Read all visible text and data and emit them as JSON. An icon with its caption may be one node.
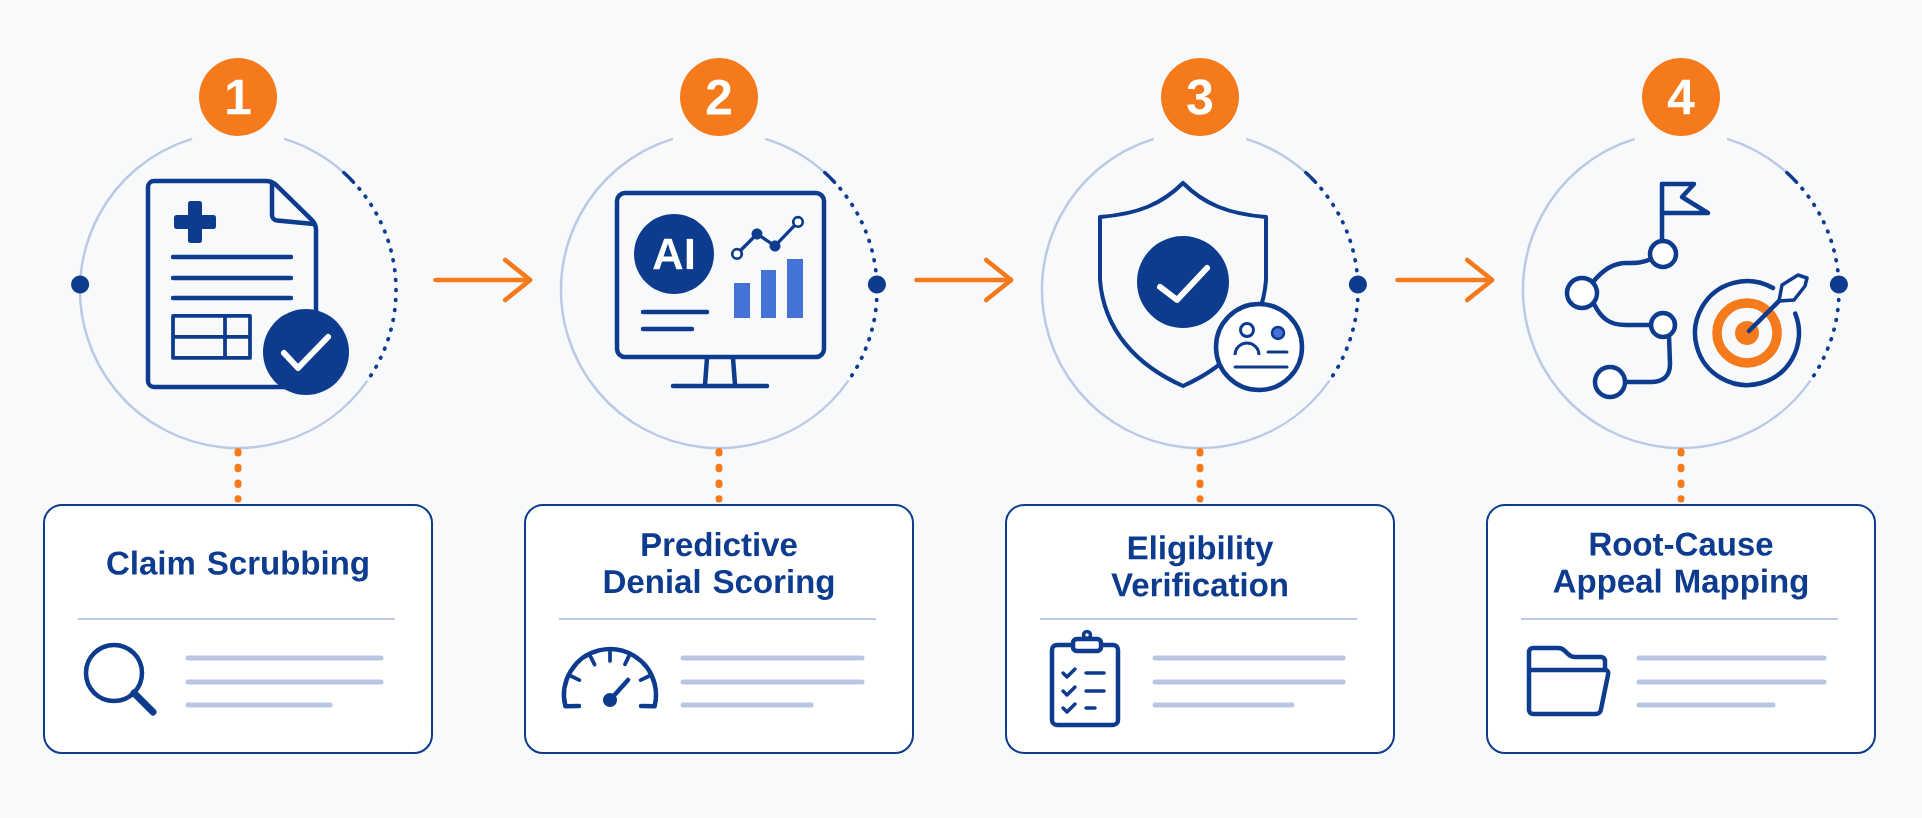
{
  "diagram": {
    "nodes": [
      {
        "text": [
          "1"
        ]
      },
      {
        "text": [
          "2"
        ]
      },
      {
        "text": [
          "3"
        ]
      },
      {
        "text": [
          "4"
        ]
      },
      {
        "text": [],
        "shape": "circle"
      },
      {
        "text": [],
        "shape": "circle"
      },
      {
        "text": [
          "AI"
        ],
        "in": 5
      },
      {
        "text": [],
        "shape": "circle"
      },
      {
        "text": [],
        "shape": "circle"
      },
      {
        "text": [
          "Claim Scrubbing"
        ]
      },
      {
        "text": [
          "Predictive Denial Scoring"
        ]
      },
      {
        "text": [
          "Eligibility Verification"
        ]
      },
      {
        "text": [
          "Root-Cause Appeal Mapping"
        ]
      }
    ],
    "edges": [
      {
        "from": 4,
        "to": 5,
        "arrow": "to"
      },
      {
        "from": 5,
        "to": 7,
        "arrow": "to"
      },
      {
        "from": 7,
        "to": 8,
        "arrow": "to"
      },
      {
        "from": 4,
        "to": 9,
        "arrow": "none",
        "style": "dashed"
      },
      {
        "from": 5,
        "to": 10,
        "arrow": "none",
        "style": "dashed"
      },
      {
        "from": 7,
        "to": 11,
        "arrow": "none",
        "style": "dashed"
      },
      {
        "from": 8,
        "to": 12,
        "arrow": "none",
        "style": "dashed"
      }
    ]
  }
}
